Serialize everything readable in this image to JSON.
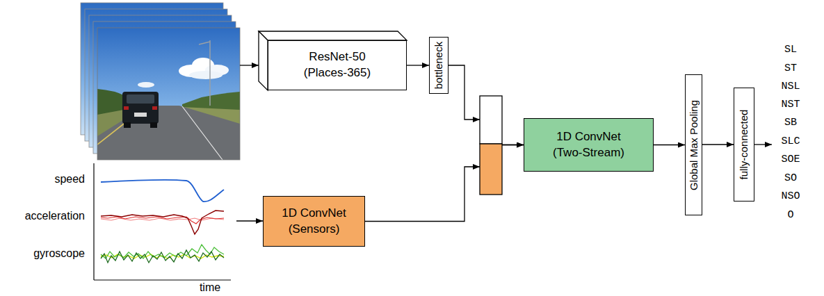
{
  "diagram": {
    "nodes": [
      {
        "text": [
          "ResNet-50",
          "(Places-365)"
        ]
      },
      {
        "text": [
          "bottleneck"
        ]
      },
      {
        "text": [
          "1D ConvNet",
          "(Sensors)"
        ]
      },
      {
        "text": [
          "1D ConvNet",
          "(Two-Stream)"
        ]
      },
      {
        "text": [
          "Global Max Pooling"
        ]
      },
      {
        "text": [
          "fully-connected"
        ]
      }
    ],
    "edges": [
      {
        "from": 0,
        "to": 1,
        "arrow": "to"
      },
      {
        "from": 1,
        "to": 3,
        "arrow": "to"
      },
      {
        "from": 2,
        "to": 3,
        "arrow": "to"
      },
      {
        "from": 3,
        "to": 4,
        "arrow": "to"
      },
      {
        "from": 4,
        "to": 5,
        "arrow": "to"
      }
    ],
    "labels": [
      "speed",
      "acceleration",
      "gyroscope",
      "time",
      "SL",
      "ST",
      "NSL",
      "NST",
      "SB",
      "SLC",
      "SOE",
      "SO",
      "NSO",
      "O"
    ]
  }
}
